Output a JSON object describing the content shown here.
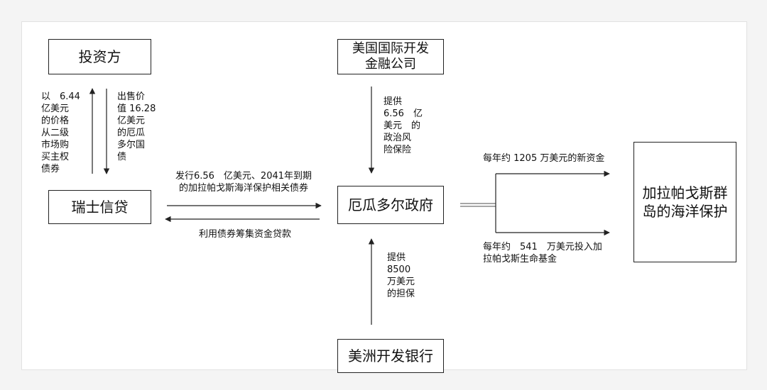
{
  "colors": {
    "stroke": "#222222",
    "text": "#111111",
    "background": "#ffffff"
  },
  "nodes": {
    "investor": "投资方",
    "opic": "美国国际开发\n金融公司",
    "credit_suisse": "瑞士信贷",
    "ecuador_gov": "厄瓜多尔政府",
    "galapagos": "加拉帕戈斯群\n岛的海洋保护",
    "idb": "美洲开发银行"
  },
  "edges": {
    "investor_buy": "以　6.44\n亿美元\n的价格\n从二级\n市场购\n买主权\n债券",
    "sell_bonds": "出售价\n值 16.28\n亿美元\n的厄瓜\n多尔国\n债",
    "issue_bonds": "发行6.56　亿美元、2041年到期\n的加拉帕戈斯海洋保护相关债券",
    "loan": "利用债券筹集资金贷款",
    "political_risk": "提供\n6.56　亿\n美元　的\n政治风\n险保险",
    "guarantee": "提供\n8500\n万美元\n的担保",
    "new_funds": "每年约 1205 万美元的新资金",
    "trust_fund": "每年约　541　万美元投入加\n拉帕戈斯生命基金"
  }
}
